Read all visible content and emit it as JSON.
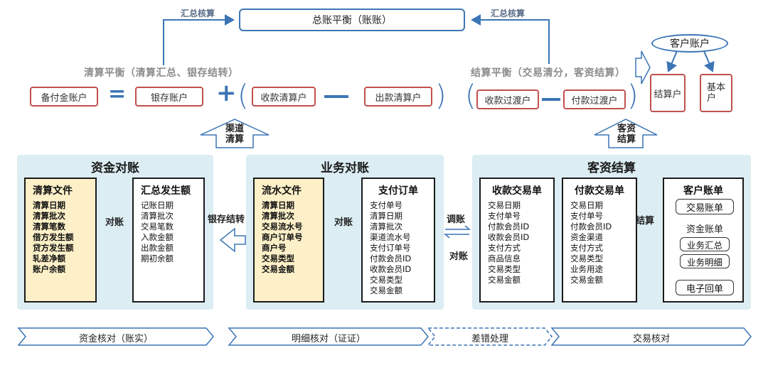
{
  "top": {
    "general_ledger": "总账平衡（账账）",
    "summary_label_left": "汇总核算",
    "summary_label_right": "汇总核算"
  },
  "clearing": {
    "title": "清算平衡（清算汇总、银存结转）",
    "reserve_account": "备付金账户",
    "bank_account": "银存账户",
    "collect_clearing": "收款清算户",
    "payout_clearing": "出款清算户",
    "channel_label": "渠道\n清算"
  },
  "settlement": {
    "title": "结算平衡（交易清分，客资结算）",
    "collect_transit": "收款过渡户",
    "pay_transit": "付款过渡户",
    "client_settle_label": "客资\n结算"
  },
  "customer_tree": {
    "root": "客户账户",
    "child1": "结算户",
    "child2": "基本\n户"
  },
  "panels": {
    "fund": {
      "title": "资金对账",
      "left_card": {
        "title": "清算文件",
        "fields": [
          "清算日期",
          "清算批次",
          "清算笔数",
          "借方发生额",
          "贷方发生额",
          "轧差净额",
          "账户余额"
        ]
      },
      "middle_label": "对账",
      "right_card": {
        "title": "汇总发生额",
        "fields": [
          "记账日期",
          "清算批次",
          "交易笔数",
          "入款金额",
          "出款金额",
          "期初余额"
        ]
      }
    },
    "bank_transfer_label": "银存结转",
    "business": {
      "title": "业务对账",
      "left_card": {
        "title": "流水文件",
        "fields": [
          "清算日期",
          "清算批次",
          "交易流水号",
          "商户订单号",
          "商户号",
          "交易类型",
          "交易金额"
        ]
      },
      "middle_label": "对账",
      "right_card": {
        "title": "支付订单",
        "fields": [
          "支付单号",
          "清算日期",
          "清算批次",
          "渠道流水号",
          "支付订单号",
          "付款会员ID",
          "收款会员ID",
          "交易类型",
          "交易金额"
        ]
      }
    },
    "between_label_top": "调账",
    "between_label_bottom": "对账",
    "client": {
      "title": "客资结算",
      "card1": {
        "title": "收款交易单",
        "fields": [
          "交易日期",
          "支付单号",
          "付款会员ID",
          "收款会员ID",
          "支付方式",
          "商品信息",
          "交易类型",
          "交易金额"
        ]
      },
      "card2": {
        "title": "付款交易单",
        "fields": [
          "交易日期",
          "支付单号",
          "付款会员ID",
          "资金渠道",
          "支付方式",
          "交易类型",
          "业务用途",
          "交易金额"
        ]
      },
      "settle_label": "结算",
      "card3": {
        "title": "客户账单",
        "items": [
          "交易账单",
          "资金账单",
          "业务汇总",
          "业务明细",
          "电子回单"
        ]
      }
    }
  },
  "bottom_steps": [
    "资金核对（账实）",
    "明细核对（证证）",
    "差错处理",
    "交易核对"
  ],
  "colors": {
    "accent_blue": "#3b75b5",
    "border_red": "#c0504d",
    "panel_bg": "#dcedf3",
    "yellow": "#fdf0c8"
  }
}
